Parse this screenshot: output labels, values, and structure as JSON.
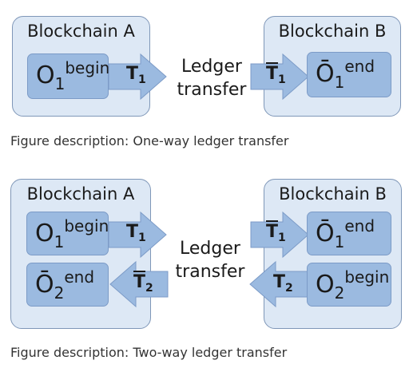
{
  "figure1": {
    "panel_a_title": "Blockchain A",
    "panel_b_title": "Blockchain B",
    "o1_begin": {
      "base": "O",
      "sub": "1",
      "sup": "begin"
    },
    "o1_end": {
      "base": "Ō",
      "sub": "1",
      "sup": "end"
    },
    "t1": {
      "base": "T",
      "sub": "1"
    },
    "t1_bar": {
      "base": "T",
      "sub": "1"
    },
    "ledger_line1": "Ledger",
    "ledger_line2": "transfer",
    "caption": "Figure description: One-way ledger transfer"
  },
  "figure2": {
    "panel_a_title": "Blockchain A",
    "panel_b_title": "Blockchain B",
    "o1_begin": {
      "base": "O",
      "sub": "1",
      "sup": "begin"
    },
    "o2_end": {
      "base": "Ō",
      "sub": "2",
      "sup": "end"
    },
    "o1_end": {
      "base": "Ō",
      "sub": "1",
      "sup": "end"
    },
    "o2_begin": {
      "base": "O",
      "sub": "2",
      "sup": "begin"
    },
    "t1": {
      "base": "T",
      "sub": "1"
    },
    "t2_bar": {
      "base": "T",
      "sub": "2"
    },
    "t1_bar": {
      "base": "T",
      "sub": "1"
    },
    "t2": {
      "base": "T",
      "sub": "2"
    },
    "ledger_line1": "Ledger",
    "ledger_line2": "transfer",
    "caption": "Figure description: Two-way ledger transfer"
  },
  "colors": {
    "panel_fill": "#dde8f5",
    "panel_border": "#7f97b8",
    "box_fill": "#9bbae0",
    "box_border": "#7c9bc7"
  }
}
